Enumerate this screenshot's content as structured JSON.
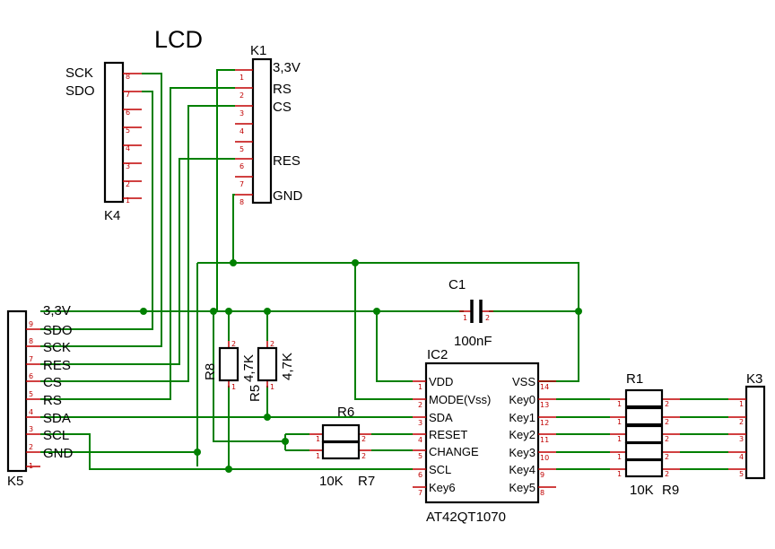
{
  "title": "LCD",
  "k1": {
    "ref": "K1",
    "pins": [
      "1",
      "2",
      "3",
      "4",
      "5",
      "6",
      "7",
      "8"
    ],
    "labels": {
      "p1": "3,3V",
      "p2": "RS",
      "p3": "CS",
      "p6": "RES",
      "p8": "GND"
    }
  },
  "k4": {
    "ref": "K4",
    "pins": [
      "8",
      "7",
      "6",
      "5",
      "4",
      "3",
      "2",
      "1"
    ],
    "labels": {
      "p8": "SCK",
      "p7": "SDO"
    }
  },
  "k5": {
    "ref": "K5",
    "pins": [
      "9",
      "8",
      "7",
      "6",
      "5",
      "4",
      "3",
      "2",
      "1"
    ],
    "labels": [
      "3,3V",
      "SDO",
      "SCK",
      "RES",
      "CS",
      "RS",
      "SDA",
      "SCL",
      "GND"
    ]
  },
  "k3": {
    "ref": "K3",
    "pins": [
      "1",
      "2",
      "3",
      "4",
      "5"
    ]
  },
  "c1": {
    "ref": "C1",
    "value": "100nF",
    "pin1": "1",
    "pin2": "2"
  },
  "r8": {
    "ref": "R8",
    "value": "4,7K",
    "pin_top": "2",
    "pin_bot": "1"
  },
  "r5": {
    "ref": "R5",
    "value": "4,7K",
    "pin_top": "2",
    "pin_bot": "1"
  },
  "r6": {
    "ref": "R6",
    "value": "10K",
    "pin_l": "1",
    "pin_r": "2"
  },
  "r7": {
    "ref": "R7"
  },
  "r1": {
    "ref": "R1",
    "value": "10K",
    "pin_l": "1",
    "pin_r": "2"
  },
  "r9": {
    "ref": "R9"
  },
  "ic2": {
    "ref": "IC2",
    "part": "AT42QT1070",
    "left_pins": [
      {
        "num": "1",
        "name": "VDD"
      },
      {
        "num": "2",
        "name": "MODE(Vss)"
      },
      {
        "num": "3",
        "name": "SDA"
      },
      {
        "num": "4",
        "name": "RESET"
      },
      {
        "num": "5",
        "name": "CHANGE"
      },
      {
        "num": "6",
        "name": "SCL"
      },
      {
        "num": "7",
        "name": "Key6"
      }
    ],
    "right_pins": [
      {
        "num": "14",
        "name": "VSS"
      },
      {
        "num": "13",
        "name": "Key0"
      },
      {
        "num": "12",
        "name": "Key1"
      },
      {
        "num": "11",
        "name": "Key2"
      },
      {
        "num": "10",
        "name": "Key3"
      },
      {
        "num": "9",
        "name": "Key4"
      },
      {
        "num": "8",
        "name": "Key5"
      }
    ]
  }
}
